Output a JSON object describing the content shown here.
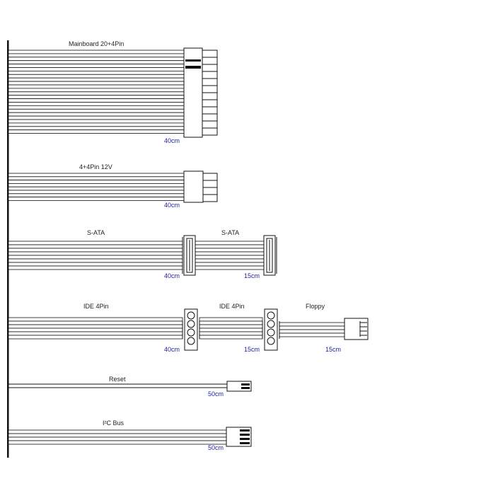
{
  "colors": {
    "ink": "#111111",
    "wire_fill": "#ffffff",
    "length_text": "#1f1fa0",
    "label_text": "#222222"
  },
  "cables": {
    "mainboard": {
      "name": "Mainboard 20+4Pin",
      "length": "40cm"
    },
    "cpu": {
      "name": "4+4Pin 12V",
      "length": "40cm"
    },
    "sata": {
      "name_1": "S-ATA",
      "length_1": "40cm",
      "name_2": "S-ATA",
      "length_2": "15cm"
    },
    "ide": {
      "name_1": "IDE 4Pin",
      "length_1": "40cm",
      "name_2": "IDE 4Pin",
      "length_2": "15cm",
      "name_3": "Floppy",
      "length_3": "15cm"
    },
    "reset": {
      "name": "Reset",
      "length": "50cm"
    },
    "i2c": {
      "name": "I²C Bus",
      "length": "50cm"
    }
  }
}
